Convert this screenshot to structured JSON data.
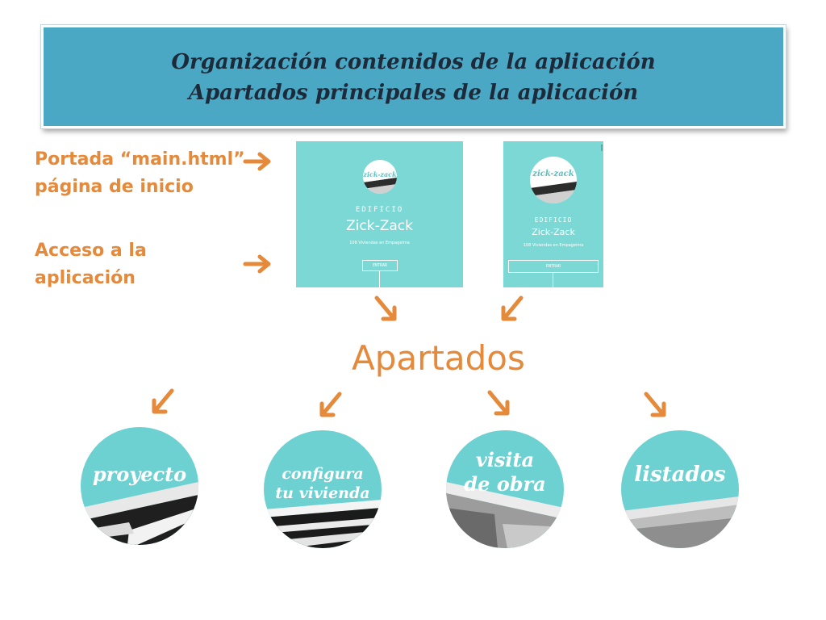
{
  "title": {
    "line1": "Organización contenidos de la aplicación",
    "line2": "Apartados principales de la aplicación"
  },
  "labels": {
    "portada_line1": "Portada “main.html”",
    "portada_line2": "página de inicio",
    "acceso_line1": "Acceso a la",
    "acceso_line2": "aplicación"
  },
  "phones": [
    {
      "logo": "zick-zack",
      "label_small": "EDIFICIO",
      "label_title": "Zick-Zack",
      "label_sub": "108 Viviendas en Empageima",
      "button": "ENTRAR"
    },
    {
      "logo": "zick-zack",
      "label_small": "EDIFICIO",
      "label_title": "Zick-Zack",
      "label_sub": "108 Viviendas en Empageima",
      "button": "ENTRAR"
    }
  ],
  "center_heading": "Apartados",
  "sections": [
    {
      "line1": "proyecto",
      "line2": ""
    },
    {
      "line1": "configura",
      "line2": "tu vivienda"
    },
    {
      "line1": "visita",
      "line2": "de obra"
    },
    {
      "line1": "listados",
      "line2": ""
    }
  ],
  "colors": {
    "accent_orange": "#e5893a",
    "title_bg": "#4aa8c4",
    "turquoise": "#7cd8d4",
    "circle_turquoise": "#6dd1d1"
  },
  "icons": [
    "arrow-right-icon",
    "arrow-down-left-icon",
    "arrow-down-right-icon"
  ]
}
